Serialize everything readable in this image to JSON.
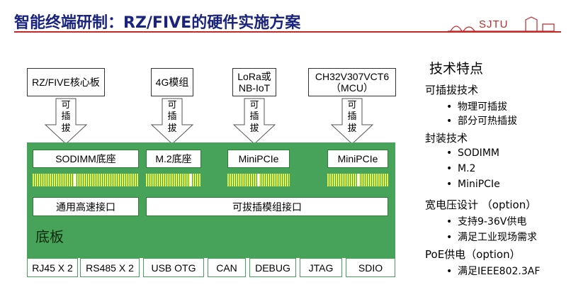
{
  "header": {
    "title": "智能终端研制：RZ/FIVE的硬件实施方案",
    "logo_text": "SJTU"
  },
  "modules": [
    {
      "label": "RZ/FIVE核心板",
      "arrow_text": "可\n插\n拔"
    },
    {
      "label": "4G模组",
      "arrow_text": "可\n插\n拔"
    },
    {
      "label": "LoRa或\nNB-IoT",
      "arrow_text": "可\n插\n拔"
    },
    {
      "label": "CH32V307VCT6\n（MCU）",
      "arrow_text": "可\n插\n拔"
    }
  ],
  "baseboard": {
    "label": "底板",
    "slots": [
      "SODIMM底座",
      "M.2底座",
      "MiniPCIe",
      "MiniPCIe"
    ],
    "interfaces": [
      "通用高速接口",
      "可拔插模组接口"
    ],
    "ports": [
      "RJ45 X 2",
      "RS485 X 2",
      "USB OTG",
      "CAN",
      "DEBUG",
      "JTAG",
      "SDIO"
    ]
  },
  "features": {
    "title": "技术特点",
    "sections": [
      {
        "heading": "可插拔技术",
        "items": [
          "物理可插拔",
          "部分可热插拔"
        ]
      },
      {
        "heading": "封装技术",
        "items": [
          "SODIMM",
          "M.2",
          "MiniPCIe"
        ]
      },
      {
        "heading": "宽电压设计 （option）",
        "items": [
          "支持9-36V供电",
          "满足工业现场需求"
        ]
      },
      {
        "heading": "PoE供电（option）",
        "items": [
          "满足IEEE802.3AF"
        ]
      }
    ]
  },
  "colors": {
    "title": "#1a237e",
    "accent_red": "#c62828",
    "board_green": "#47a25a",
    "pin_yellow": "#e7f04a"
  }
}
